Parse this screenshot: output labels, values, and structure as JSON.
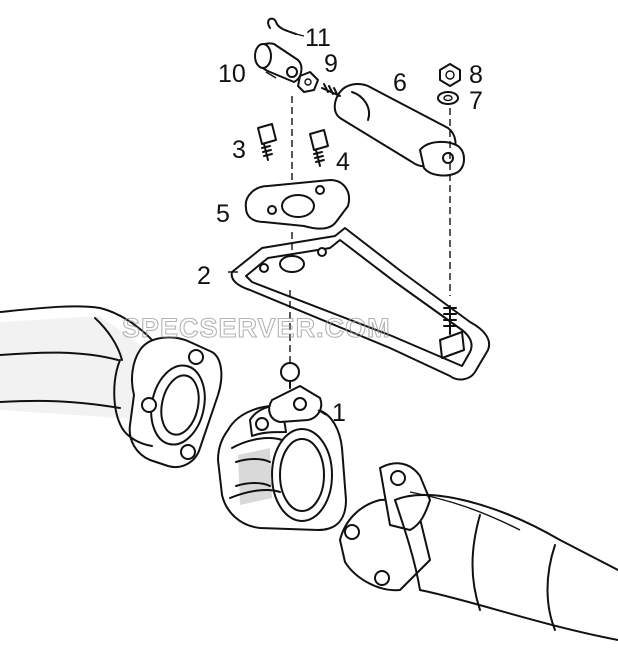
{
  "diagram": {
    "callouts": [
      {
        "id": "1",
        "text": "1"
      },
      {
        "id": "2",
        "text": "2"
      },
      {
        "id": "3",
        "text": "3"
      },
      {
        "id": "4",
        "text": "4"
      },
      {
        "id": "5",
        "text": "5"
      },
      {
        "id": "6",
        "text": "6"
      },
      {
        "id": "7",
        "text": "7"
      },
      {
        "id": "8",
        "text": "8"
      },
      {
        "id": "9",
        "text": "9"
      },
      {
        "id": "10",
        "text": "10"
      },
      {
        "id": "11",
        "text": "11"
      }
    ],
    "watermark": "SPECSERVER.COM"
  },
  "colors": {
    "line": "#111111",
    "background": "#ffffff",
    "shade": "#d9d9d9",
    "watermark": "#9a9a9a"
  }
}
